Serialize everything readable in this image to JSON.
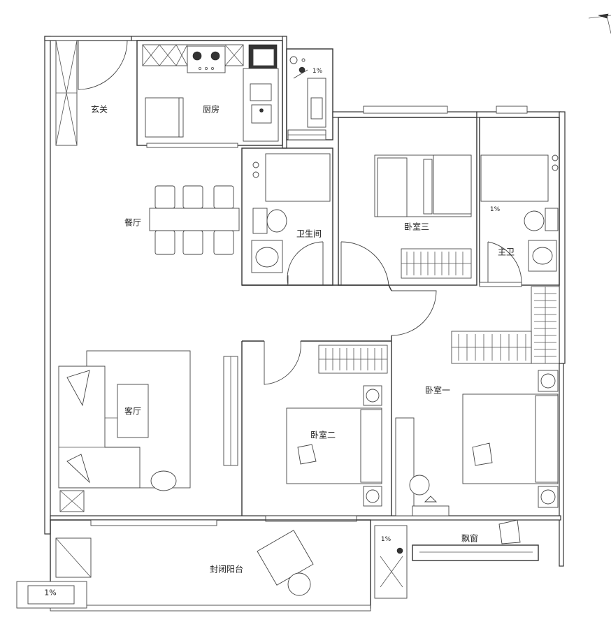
{
  "rooms": {
    "entrance": "玄关",
    "kitchen": "厨房",
    "dining": "餐厅",
    "bathroom_public": "卫生间",
    "bedroom3": "卧室三",
    "master_bath": "主卫",
    "living": "客厅",
    "bedroom2": "卧室二",
    "bedroom1": "卧室一",
    "bay_window": "飘窗",
    "balcony": "封闭阳台"
  },
  "markers": {
    "kitchen_balcony_tag": "1%",
    "master_bath_tag": "1%",
    "balcony_drain_tag": "1%",
    "bottom_left_tag": "1%"
  },
  "icons": {
    "compass": "north-arrow-icon"
  }
}
